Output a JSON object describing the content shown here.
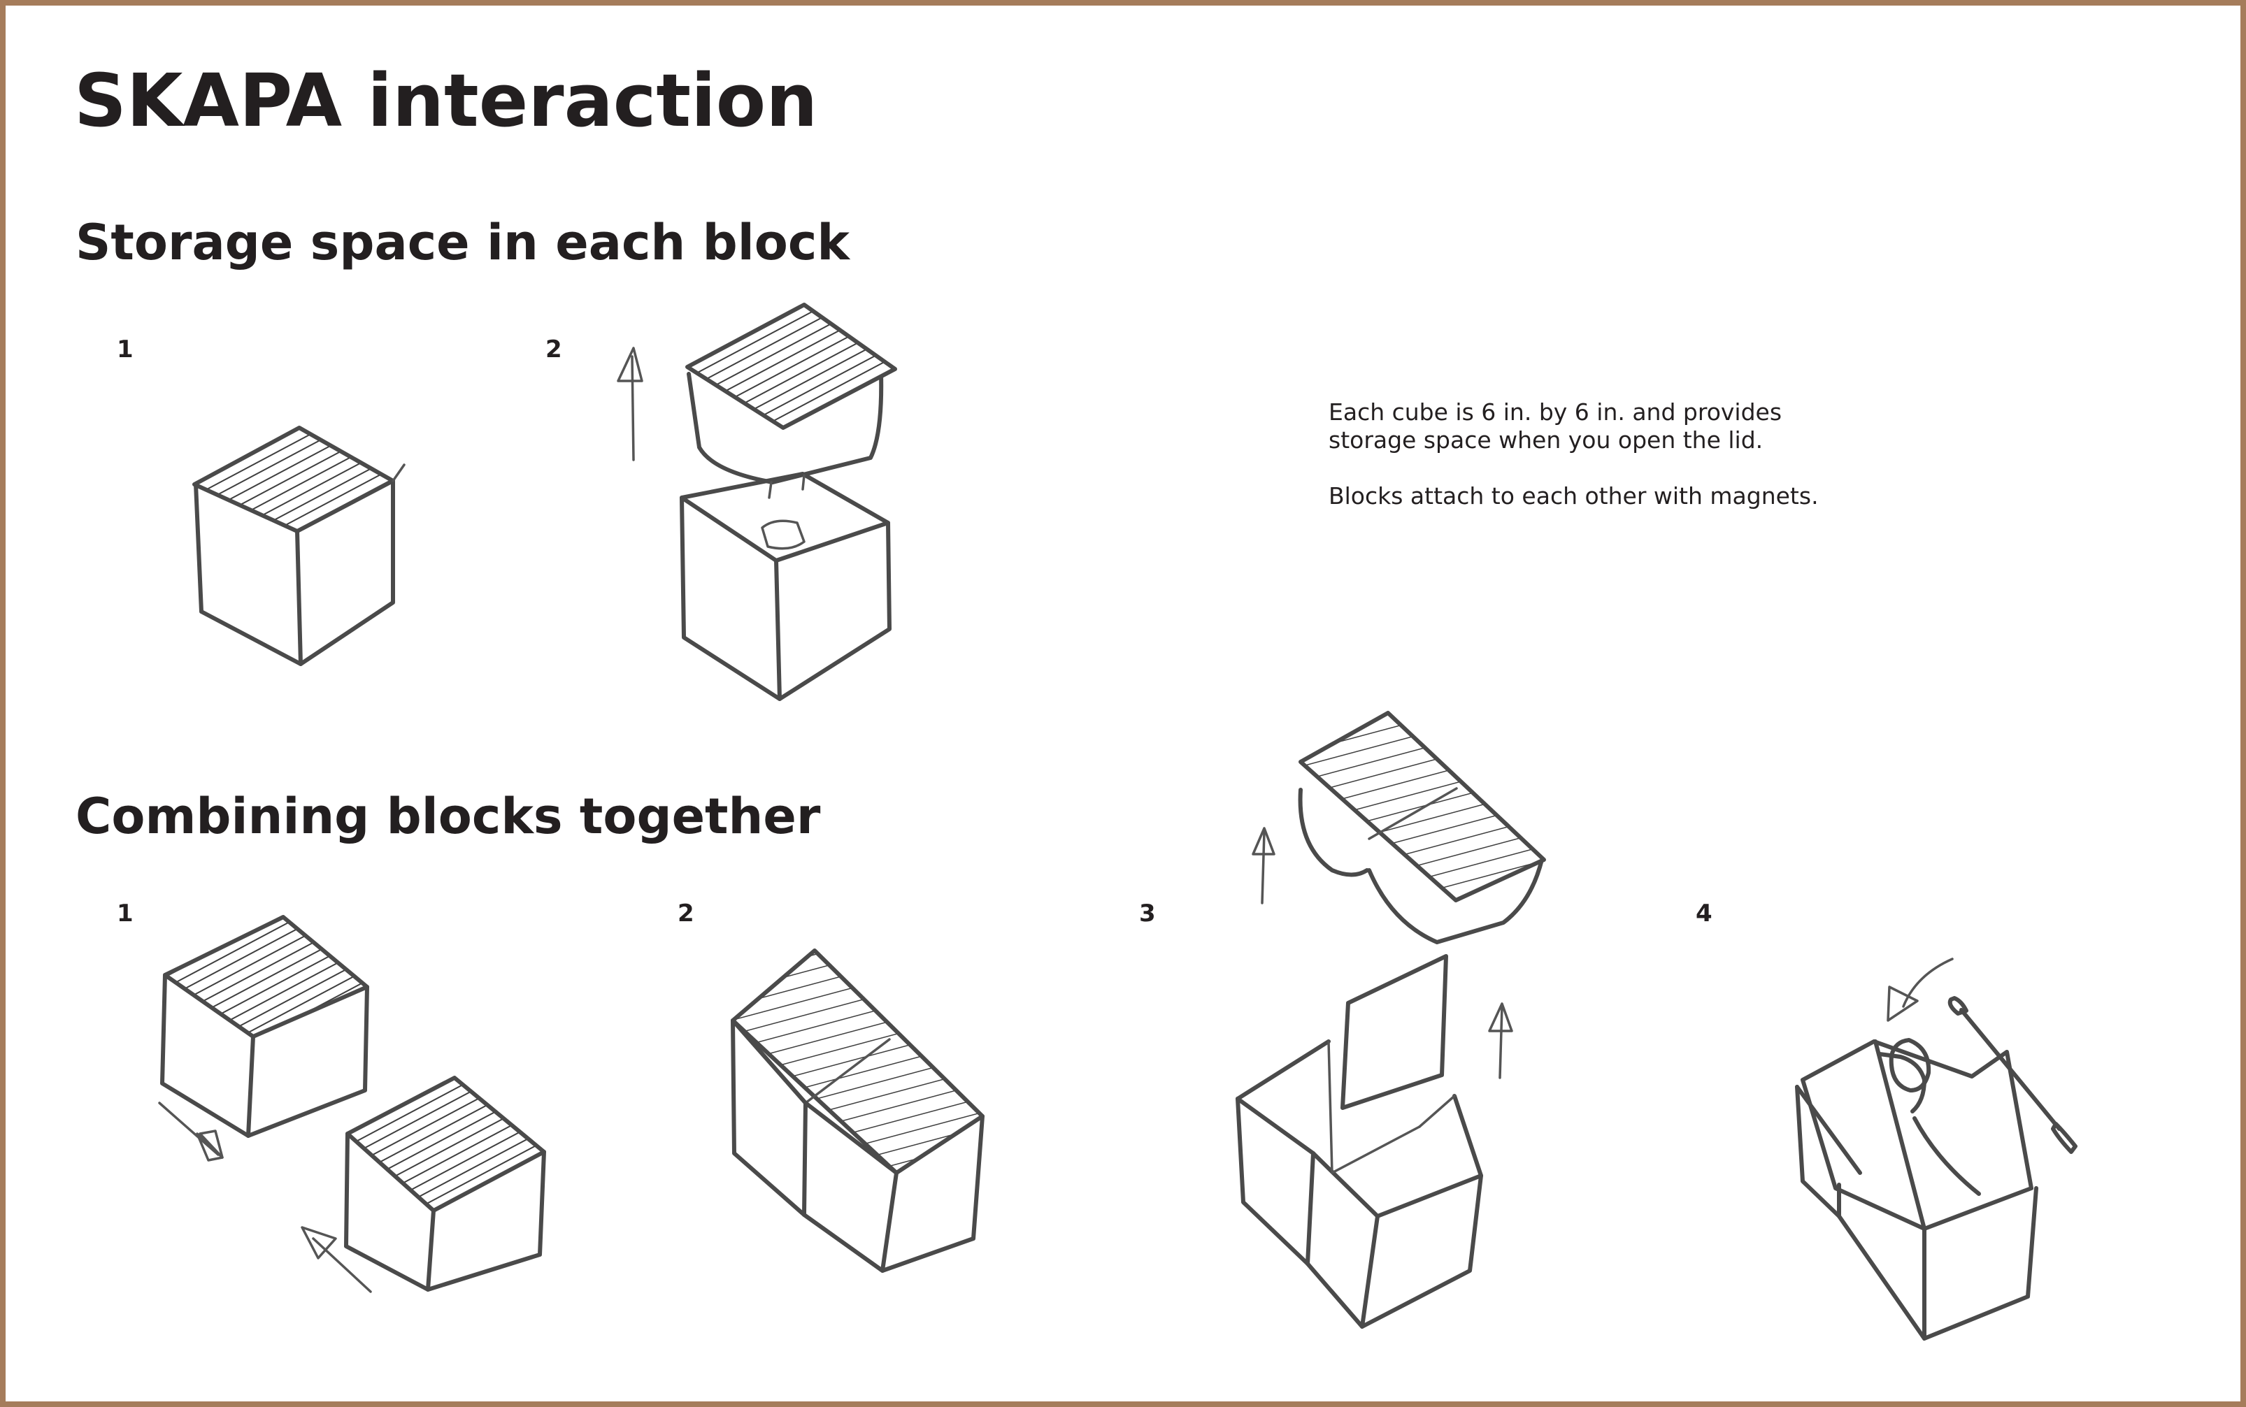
{
  "title": "SKAPA interaction",
  "sections": {
    "storage": {
      "heading": "Storage space in each block",
      "steps": [
        "1",
        "2"
      ]
    },
    "combining": {
      "heading": "Combining blocks together",
      "steps": [
        "1",
        "2",
        "3",
        "4"
      ]
    }
  },
  "description": {
    "line1": "Each cube is 6 in. by 6 in. and provides",
    "line2": "storage space when you open the lid.",
    "line3": "Blocks attach to each other with magnets."
  },
  "colors": {
    "border": "#a57c5b",
    "text": "#231f20",
    "sketch": "#4a4a4a"
  }
}
